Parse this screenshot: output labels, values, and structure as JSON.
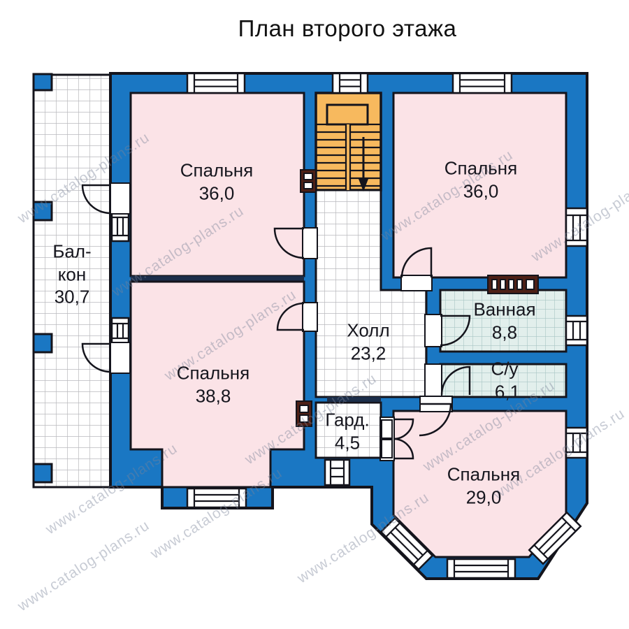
{
  "title": "План второго этажа",
  "watermark": {
    "text": "www.catalog-plans.ru"
  },
  "colors": {
    "wall_blue": "#1a77c3",
    "room_pink": "#fbe3e7",
    "stairs_orange": "#f7b95e",
    "wet_tile": "#e2efec",
    "outline": "#14141c",
    "vent_maroon": "#4e2016"
  },
  "rooms": [
    {
      "id": "balcony",
      "name_line1": "Бал-",
      "name_line2": "кон",
      "area": "30,7"
    },
    {
      "id": "bedroom-top-left",
      "name": "Спальня",
      "area": "36,0"
    },
    {
      "id": "bedroom-top-right",
      "name": "Спальня",
      "area": "36,0"
    },
    {
      "id": "bedroom-mid-left",
      "name": "Спальня",
      "area": "38,8"
    },
    {
      "id": "hall",
      "name": "Холл",
      "area": "23,2"
    },
    {
      "id": "bathroom",
      "name": "Ванная",
      "area": "8,8"
    },
    {
      "id": "wc",
      "name": "С/у",
      "area": "6,1"
    },
    {
      "id": "wardrobe",
      "name": "Гард.",
      "area": "4,5"
    },
    {
      "id": "bedroom-bottom",
      "name": "Спальня",
      "area": "29,0"
    }
  ]
}
